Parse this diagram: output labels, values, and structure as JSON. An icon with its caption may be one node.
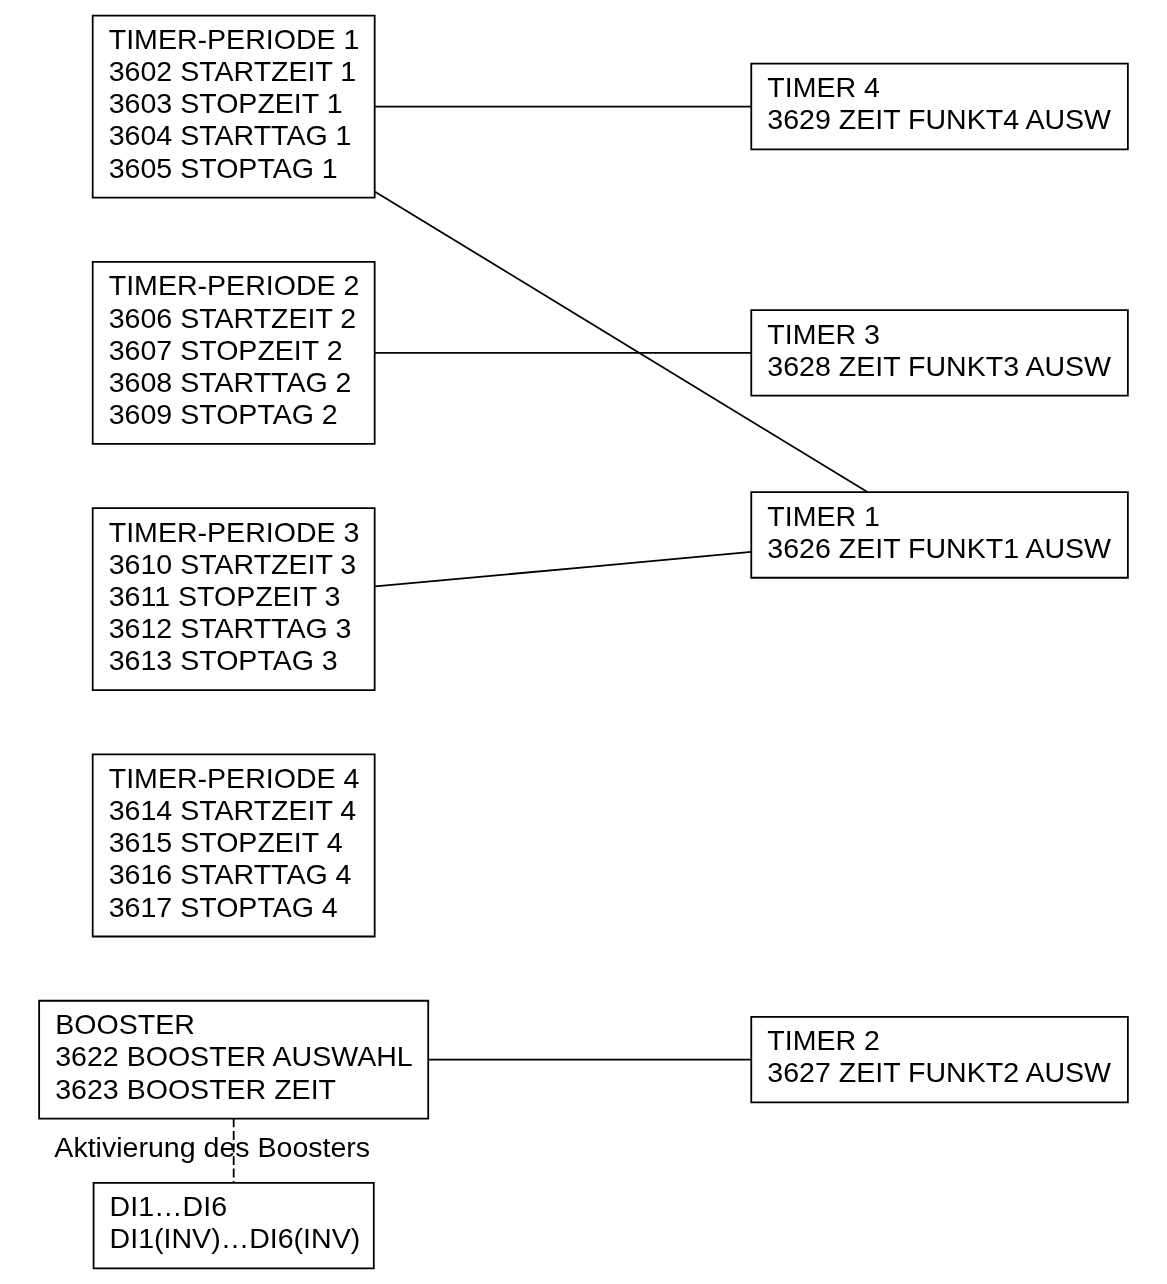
{
  "diagram": {
    "nodes": [
      {
        "text": [
          "TIMER-PERIODE 1",
          "3602 STARTZEIT 1",
          "3603 STOPZEIT 1",
          "3604 STARTTAG 1",
          "3605 STOPTAG 1"
        ]
      },
      {
        "text": [
          "TIMER-PERIODE 2",
          "3606 STARTZEIT 2",
          "3607 STOPZEIT 2",
          "3608 STARTTAG 2",
          "3609 STOPTAG 2"
        ]
      },
      {
        "text": [
          "TIMER-PERIODE 3",
          "3610 STARTZEIT 3",
          "3611 STOPZEIT 3",
          "3612 STARTTAG 3",
          "3613 STOPTAG 3"
        ]
      },
      {
        "text": [
          "TIMER-PERIODE 4",
          "3614 STARTZEIT 4",
          "3615 STOPZEIT 4",
          "3616 STARTTAG 4",
          "3617 STOPTAG 4"
        ]
      },
      {
        "text": [
          "BOOSTER",
          "3622 BOOSTER AUSWAHL",
          "3623 BOOSTER ZEIT"
        ]
      },
      {
        "text": [
          "DI1…DI6",
          "DI1(INV)…DI6(INV)"
        ]
      },
      {
        "text": [
          "TIMER 1",
          "3626 ZEIT FUNKT1 AUSW"
        ]
      },
      {
        "text": [
          "TIMER 2",
          "3627 ZEIT FUNKT2 AUSW"
        ]
      },
      {
        "text": [
          "TIMER 3",
          "3628 ZEIT FUNKT3 AUSW"
        ]
      },
      {
        "text": [
          "TIMER 4",
          "3629 ZEIT FUNKT4 AUSW"
        ]
      }
    ],
    "edges": [
      {
        "from": 0,
        "to": 6,
        "arrow": "none"
      },
      {
        "from": 0,
        "to": 9,
        "arrow": "none"
      },
      {
        "from": 1,
        "to": 8,
        "arrow": "none"
      },
      {
        "from": 2,
        "to": 6,
        "arrow": "none"
      },
      {
        "from": 4,
        "to": 7,
        "arrow": "none"
      },
      {
        "from": 4,
        "to": 5,
        "arrow": "none",
        "style": "dashed",
        "label": "Aktivierung des Boosters"
      }
    ]
  }
}
